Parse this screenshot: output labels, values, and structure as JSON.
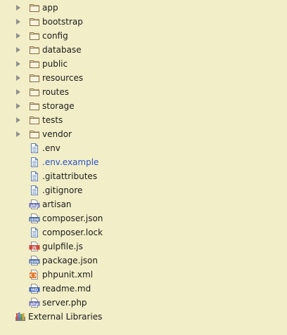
{
  "tree": {
    "folders": [
      {
        "label": "app",
        "icon": "folder-icon"
      },
      {
        "label": "bootstrap",
        "icon": "folder-icon"
      },
      {
        "label": "config",
        "icon": "folder-icon"
      },
      {
        "label": "database",
        "icon": "folder-icon"
      },
      {
        "label": "public",
        "icon": "folder-icon"
      },
      {
        "label": "resources",
        "icon": "folder-icon"
      },
      {
        "label": "routes",
        "icon": "folder-icon"
      },
      {
        "label": "storage",
        "icon": "folder-icon"
      },
      {
        "label": "tests",
        "icon": "folder-icon"
      },
      {
        "label": "vendor",
        "icon": "folder-icon"
      }
    ],
    "files": [
      {
        "label": ".env",
        "icon": "text-file-icon"
      },
      {
        "label": ".env.example",
        "icon": "text-file-icon",
        "highlighted": true
      },
      {
        "label": ".gitattributes",
        "icon": "text-file-icon"
      },
      {
        "label": ".gitignore",
        "icon": "text-file-icon"
      },
      {
        "label": "artisan",
        "icon": "php-file-icon",
        "badge": "php"
      },
      {
        "label": "composer.json",
        "icon": "json-file-icon",
        "badge": "JSON"
      },
      {
        "label": "composer.lock",
        "icon": "text-file-icon"
      },
      {
        "label": "gulpfile.js",
        "icon": "js-file-icon",
        "badge": "JS"
      },
      {
        "label": "package.json",
        "icon": "json-file-icon",
        "badge": "JSON"
      },
      {
        "label": "phpunit.xml",
        "icon": "xml-file-icon"
      },
      {
        "label": "readme.md",
        "icon": "md-file-icon",
        "badge": "MD"
      },
      {
        "label": "server.php",
        "icon": "php-file-icon",
        "badge": "php"
      }
    ],
    "external_libraries": {
      "label": "External Libraries",
      "icon": "libraries-icon"
    }
  },
  "colors": {
    "background": "#f2eec8",
    "highlight_text": "#2a54c7"
  }
}
